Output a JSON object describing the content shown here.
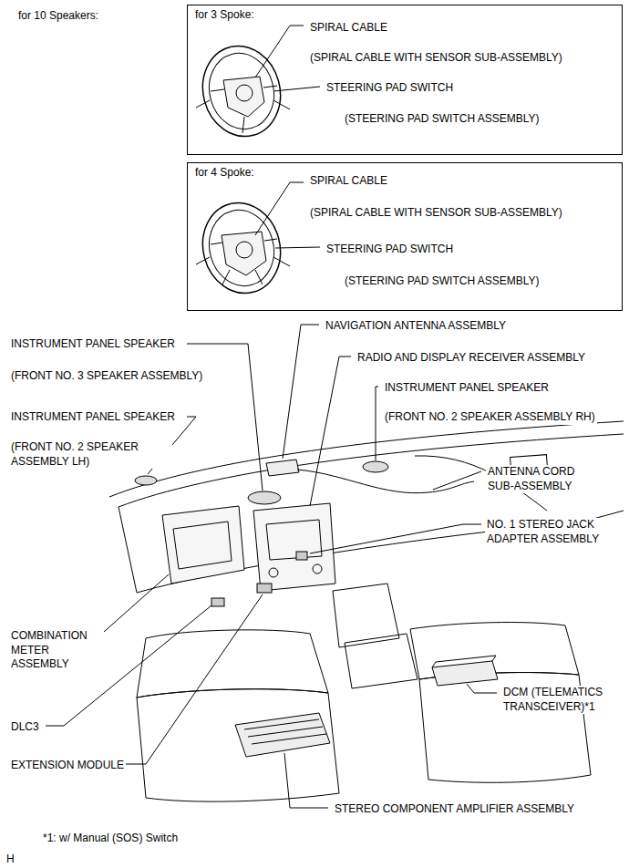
{
  "diagram": {
    "nodes": [
      {
        "text": [
          "for 3 Spoke:",
          "SPIRAL CABLE",
          "(SPIRAL CABLE WITH SENSOR SUB-ASSEMBLY)",
          "STEERING PAD SWITCH",
          "(STEERING PAD SWITCH ASSEMBLY)"
        ]
      },
      {
        "text": [
          "for 4 Spoke:",
          "SPIRAL CABLE",
          "(SPIRAL CABLE WITH SENSOR SUB-ASSEMBLY)",
          "STEERING PAD SWITCH",
          "(STEERING PAD SWITCH ASSEMBLY)"
        ]
      }
    ],
    "labels": [
      "for 10 Speakers:",
      "NAVIGATION ANTENNA ASSEMBLY",
      "INSTRUMENT PANEL SPEAKER",
      "(FRONT NO. 3 SPEAKER ASSEMBLY)",
      "RADIO AND DISPLAY RECEIVER ASSEMBLY",
      "INSTRUMENT PANEL SPEAKER",
      "(FRONT NO. 2 SPEAKER ASSEMBLY RH)",
      "INSTRUMENT PANEL SPEAKER",
      "(FRONT NO. 2 SPEAKER ASSEMBLY LH)",
      "ANTENNA CORD SUB-ASSEMBLY",
      "NO. 1 STEREO JACK ADAPTER ASSEMBLY",
      "COMBINATION METER ASSEMBLY",
      "DCM (TELEMATICS TRANSCEIVER)*1",
      "DLC3",
      "EXTENSION MODULE",
      "STEREO COMPONENT AMPLIFIER ASSEMBLY",
      "*1: w/ Manual (SOS) Switch",
      "H"
    ]
  }
}
